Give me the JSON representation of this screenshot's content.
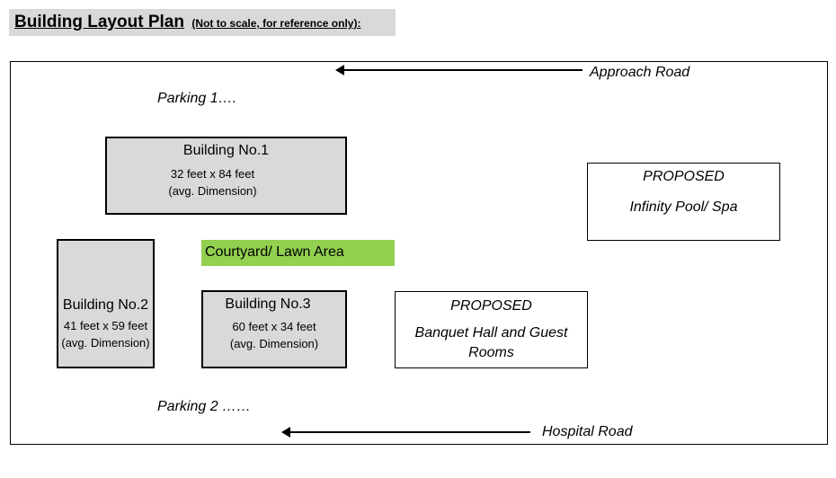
{
  "header": {
    "title": "Building Layout Plan",
    "note": "(Not to scale, for reference only):"
  },
  "roads": {
    "approach": "Approach Road",
    "hospital": "Hospital Road"
  },
  "parking": {
    "p1": "Parking 1….",
    "p2": "Parking 2 ……"
  },
  "buildings": {
    "b1": {
      "name": "Building No.1",
      "dim1": "32 feet x 84 feet",
      "dim2": "(avg. Dimension)"
    },
    "b2": {
      "name": "Building No.2",
      "dim1": "41 feet x 59 feet",
      "dim2": "(avg. Dimension)"
    },
    "b3": {
      "name": "Building No.3",
      "dim1": "60 feet x 34 feet",
      "dim2": "(avg. Dimension)"
    }
  },
  "courtyard": "Courtyard/ Lawn Area",
  "proposed": {
    "pool": {
      "label": "PROPOSED",
      "name": "Infinity Pool/ Spa"
    },
    "banquet": {
      "label": "PROPOSED",
      "name": "Banquet Hall and Guest Rooms"
    }
  },
  "colors": {
    "building_fill": "#d9d9d9",
    "courtyard_fill": "#92d050",
    "title_bg": "#d9d9d9"
  }
}
